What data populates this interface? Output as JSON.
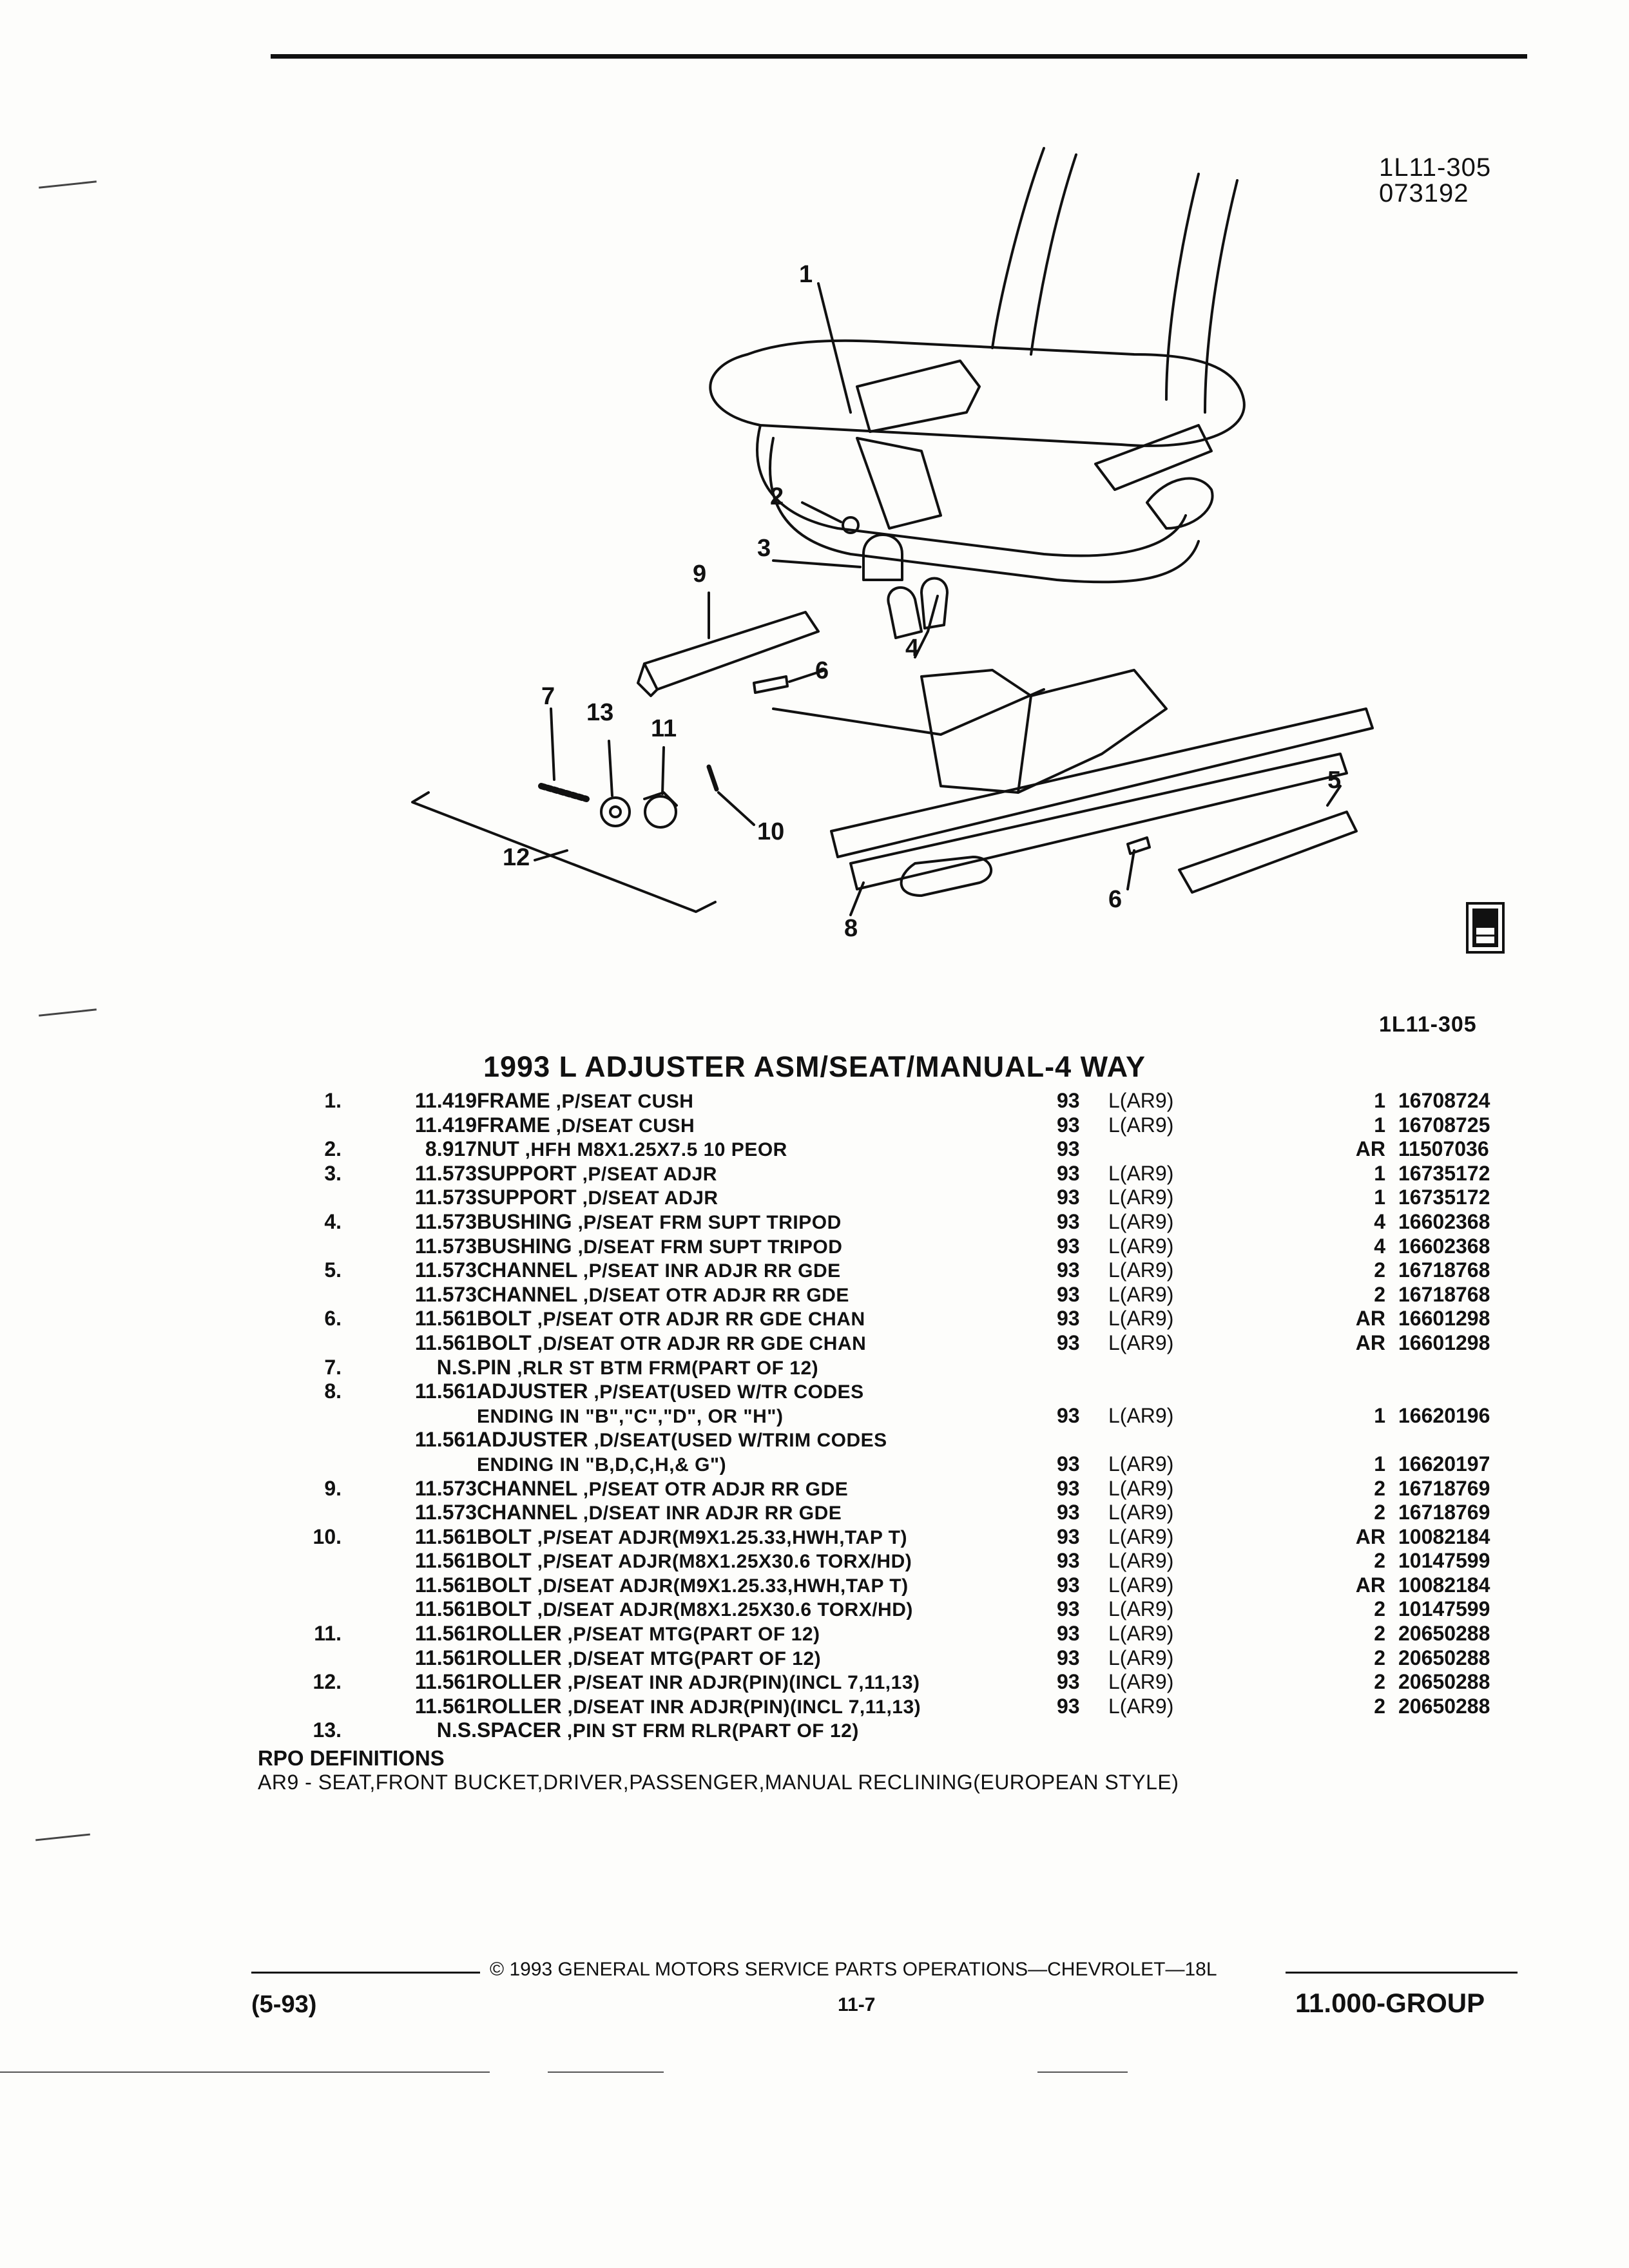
{
  "header": {
    "ref_code": "1L11-305",
    "ref_date": "073192",
    "ref_below": "1L11-305"
  },
  "diagram": {
    "callouts": [
      "1",
      "2",
      "3",
      "4",
      "5",
      "6",
      "6",
      "7",
      "8",
      "9",
      "10",
      "11",
      "12",
      "13"
    ],
    "logo_icon": "gm-spo-logo-icon"
  },
  "parts_title": "1993 L ADJUSTER ASM/SEAT/MANUAL-4 WAY",
  "parts": [
    {
      "num": "1.",
      "grp": "11.419",
      "name": "FRAME",
      ",desc": "",
      "desc": ",P/SEAT CUSH",
      "yr": "93",
      "use": "L(AR9)",
      "qty": "1",
      "pn": "16708724"
    },
    {
      "num": "",
      "grp": "11.419",
      "name": "FRAME",
      "desc": ",D/SEAT CUSH",
      "yr": "93",
      "use": "L(AR9)",
      "qty": "1",
      "pn": "16708725"
    },
    {
      "num": "2.",
      "grp": "8.917",
      "name": "NUT",
      "desc": ",HFH M8X1.25X7.5 10 PEOR",
      "yr": "93",
      "use": "",
      "qty": "AR",
      "pn": "11507036"
    },
    {
      "num": "3.",
      "grp": "11.573",
      "name": "SUPPORT",
      "desc": ",P/SEAT ADJR",
      "yr": "93",
      "use": "L(AR9)",
      "qty": "1",
      "pn": "16735172"
    },
    {
      "num": "",
      "grp": "11.573",
      "name": "SUPPORT",
      "desc": ",D/SEAT ADJR",
      "yr": "93",
      "use": "L(AR9)",
      "qty": "1",
      "pn": "16735172"
    },
    {
      "num": "4.",
      "grp": "11.573",
      "name": "BUSHING",
      "desc": ",P/SEAT FRM SUPT TRIPOD",
      "yr": "93",
      "use": "L(AR9)",
      "qty": "4",
      "pn": "16602368"
    },
    {
      "num": "",
      "grp": "11.573",
      "name": "BUSHING",
      "desc": ",D/SEAT FRM SUPT TRIPOD",
      "yr": "93",
      "use": "L(AR9)",
      "qty": "4",
      "pn": "16602368"
    },
    {
      "num": "5.",
      "grp": "11.573",
      "name": "CHANNEL",
      "desc": ",P/SEAT INR ADJR RR GDE",
      "yr": "93",
      "use": "L(AR9)",
      "qty": "2",
      "pn": "16718768"
    },
    {
      "num": "",
      "grp": "11.573",
      "name": "CHANNEL",
      "desc": ",D/SEAT OTR ADJR RR GDE",
      "yr": "93",
      "use": "L(AR9)",
      "qty": "2",
      "pn": "16718768"
    },
    {
      "num": "6.",
      "grp": "11.561",
      "name": "BOLT",
      "desc": ",P/SEAT OTR ADJR RR GDE CHAN",
      "yr": "93",
      "use": "L(AR9)",
      "qty": "AR",
      "pn": "16601298"
    },
    {
      "num": "",
      "grp": "11.561",
      "name": "BOLT",
      "desc": ",D/SEAT OTR ADJR RR GDE CHAN",
      "yr": "93",
      "use": "L(AR9)",
      "qty": "AR",
      "pn": "16601298"
    },
    {
      "num": "7.",
      "grp": "N.S.",
      "name": "PIN",
      "desc": ",RLR ST BTM FRM(PART OF 12)",
      "yr": "",
      "use": "",
      "qty": "",
      "pn": ""
    },
    {
      "num": "8.",
      "grp": "11.561",
      "name": "ADJUSTER",
      "desc": ",P/SEAT(USED W/TR CODES",
      "yr": "",
      "use": "",
      "qty": "",
      "pn": ""
    },
    {
      "num": "",
      "grp": "",
      "name": "",
      "desc": "ENDING IN \"B\",\"C\",\"D\", OR \"H\")",
      "yr": "93",
      "use": "L(AR9)",
      "qty": "1",
      "pn": "16620196"
    },
    {
      "num": "",
      "grp": "11.561",
      "name": "ADJUSTER",
      "desc": ",D/SEAT(USED W/TRIM CODES",
      "yr": "",
      "use": "",
      "qty": "",
      "pn": ""
    },
    {
      "num": "",
      "grp": "",
      "name": "",
      "desc": "ENDING IN \"B,D,C,H,& G\")",
      "yr": "93",
      "use": "L(AR9)",
      "qty": "1",
      "pn": "16620197"
    },
    {
      "num": "9.",
      "grp": "11.573",
      "name": "CHANNEL",
      "desc": ",P/SEAT OTR ADJR RR GDE",
      "yr": "93",
      "use": "L(AR9)",
      "qty": "2",
      "pn": "16718769"
    },
    {
      "num": "",
      "grp": "11.573",
      "name": "CHANNEL",
      "desc": ",D/SEAT INR ADJR RR GDE",
      "yr": "93",
      "use": "L(AR9)",
      "qty": "2",
      "pn": "16718769"
    },
    {
      "num": "10.",
      "grp": "11.561",
      "name": "BOLT",
      "desc": ",P/SEAT ADJR(M9X1.25.33,HWH,TAP T)",
      "yr": "93",
      "use": "L(AR9)",
      "qty": "AR",
      "pn": "10082184"
    },
    {
      "num": "",
      "grp": "11.561",
      "name": "BOLT",
      "desc": ",P/SEAT ADJR(M8X1.25X30.6 TORX/HD)",
      "yr": "93",
      "use": "L(AR9)",
      "qty": "2",
      "pn": "10147599"
    },
    {
      "num": "",
      "grp": "11.561",
      "name": "BOLT",
      "desc": ",D/SEAT ADJR(M9X1.25.33,HWH,TAP T)",
      "yr": "93",
      "use": "L(AR9)",
      "qty": "AR",
      "pn": "10082184"
    },
    {
      "num": "",
      "grp": "11.561",
      "name": "BOLT",
      "desc": ",D/SEAT ADJR(M8X1.25X30.6 TORX/HD)",
      "yr": "93",
      "use": "L(AR9)",
      "qty": "2",
      "pn": "10147599"
    },
    {
      "num": "11.",
      "grp": "11.561",
      "name": "ROLLER",
      "desc": ",P/SEAT MTG(PART OF 12)",
      "yr": "93",
      "use": "L(AR9)",
      "qty": "2",
      "pn": "20650288"
    },
    {
      "num": "",
      "grp": "11.561",
      "name": "ROLLER",
      "desc": ",D/SEAT MTG(PART OF 12)",
      "yr": "93",
      "use": "L(AR9)",
      "qty": "2",
      "pn": "20650288"
    },
    {
      "num": "12.",
      "grp": "11.561",
      "name": "ROLLER",
      "desc": ",P/SEAT INR ADJR(PIN)(INCL 7,11,13)",
      "yr": "93",
      "use": "L(AR9)",
      "qty": "2",
      "pn": "20650288"
    },
    {
      "num": "",
      "grp": "11.561",
      "name": "ROLLER",
      "desc": ",D/SEAT INR ADJR(PIN)(INCL 7,11,13)",
      "yr": "93",
      "use": "L(AR9)",
      "qty": "2",
      "pn": "20650288"
    },
    {
      "num": "13.",
      "grp": "N.S.",
      "name": "SPACER",
      "desc": ",PIN ST FRM RLR(PART OF 12)",
      "yr": "",
      "use": "",
      "qty": "",
      "pn": ""
    }
  ],
  "rpo": {
    "heading": "RPO DEFINITIONS",
    "line": "AR9 - SEAT,FRONT BUCKET,DRIVER,PASSENGER,MANUAL RECLINING(EUROPEAN STYLE)"
  },
  "footer": {
    "copyright": "© 1993 GENERAL MOTORS SERVICE PARTS OPERATIONS—CHEVROLET—18L",
    "date": "(5-93)",
    "page": "11-7",
    "group": "11.000-GROUP"
  }
}
